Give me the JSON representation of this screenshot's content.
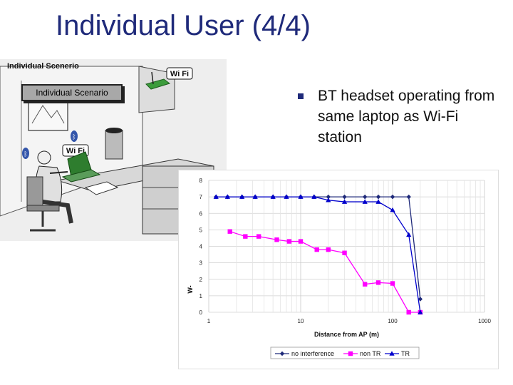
{
  "slide": {
    "title": "Individual User (4/4)",
    "illustration_header": "Individual Scenerio",
    "illustration_caption": "Individual Scenario",
    "wifi_label": "Wi Fi",
    "bullet": "BT headset operating from same laptop as Wi-Fi station"
  },
  "colors": {
    "title": "#1f2a7a",
    "series_no_interference": "#1f2a7a",
    "series_non_tr": "#ff00ff",
    "series_tr": "#0000cc"
  },
  "chart_data": {
    "type": "line",
    "xscale": "log",
    "xlabel": "Distance from AP (m)",
    "ylabel": "W-",
    "xlim": [
      1,
      1000
    ],
    "ylim": [
      0,
      8
    ],
    "xticks": [
      "1",
      "10",
      "100",
      "1000"
    ],
    "yticks": [
      "0",
      "1",
      "2",
      "3",
      "4",
      "5",
      "6",
      "7",
      "8"
    ],
    "grid": true,
    "legend_position": "bottom",
    "series": [
      {
        "name": "no interference",
        "marker": "diamond",
        "x": [
          1.2,
          1.6,
          2.3,
          3.2,
          5,
          7,
          10,
          14,
          20,
          30,
          50,
          70,
          100,
          150,
          200
        ],
        "y": [
          7.0,
          7.0,
          7.0,
          7.0,
          7.0,
          7.0,
          7.0,
          7.0,
          7.0,
          7.0,
          7.0,
          7.0,
          7.0,
          7.0,
          0.8
        ]
      },
      {
        "name": "non TR",
        "marker": "square",
        "x": [
          1.7,
          2.5,
          3.5,
          5.5,
          7.5,
          10,
          15,
          20,
          30,
          50,
          70,
          100,
          150,
          200
        ],
        "y": [
          4.9,
          4.6,
          4.6,
          4.4,
          4.3,
          4.3,
          3.8,
          3.8,
          3.6,
          1.7,
          1.8,
          1.75,
          0.0,
          0.0
        ]
      },
      {
        "name": "TR",
        "marker": "triangle",
        "x": [
          1.2,
          1.6,
          2.3,
          3.2,
          5,
          7,
          10,
          14,
          20,
          30,
          50,
          70,
          100,
          150,
          200
        ],
        "y": [
          7.0,
          7.0,
          7.0,
          7.0,
          7.0,
          7.0,
          7.0,
          7.0,
          6.8,
          6.7,
          6.7,
          6.7,
          6.2,
          4.7,
          0.0
        ]
      }
    ]
  }
}
